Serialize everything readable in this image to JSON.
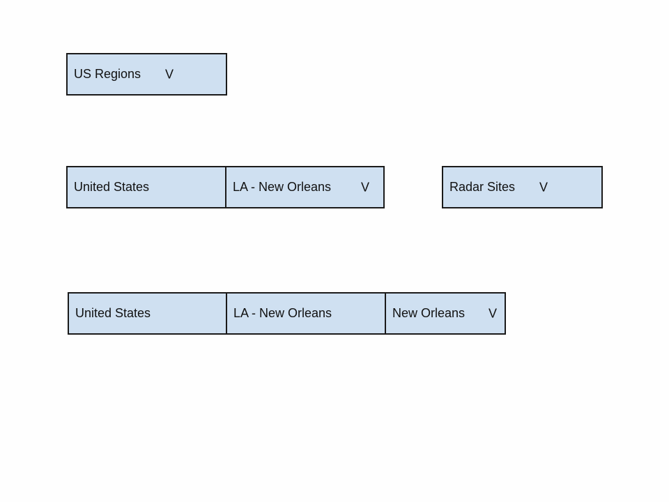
{
  "row1": {
    "dropdown": {
      "label": "US Regions",
      "arrow": "V"
    }
  },
  "row2": {
    "crumb1": {
      "label": "United States"
    },
    "dropdown": {
      "label": "LA - New Orleans",
      "arrow": "V"
    },
    "radar_dropdown": {
      "label": "Radar Sites",
      "arrow": "V"
    }
  },
  "row3": {
    "crumb1": {
      "label": "United States"
    },
    "crumb2": {
      "label": "LA - New Orleans"
    },
    "dropdown": {
      "label": "New Orleans",
      "arrow": "V"
    }
  },
  "colors": {
    "box_fill": "#cfe0f1",
    "box_border": "#1a1a1a",
    "text": "#111111",
    "background": "#fefefe"
  }
}
